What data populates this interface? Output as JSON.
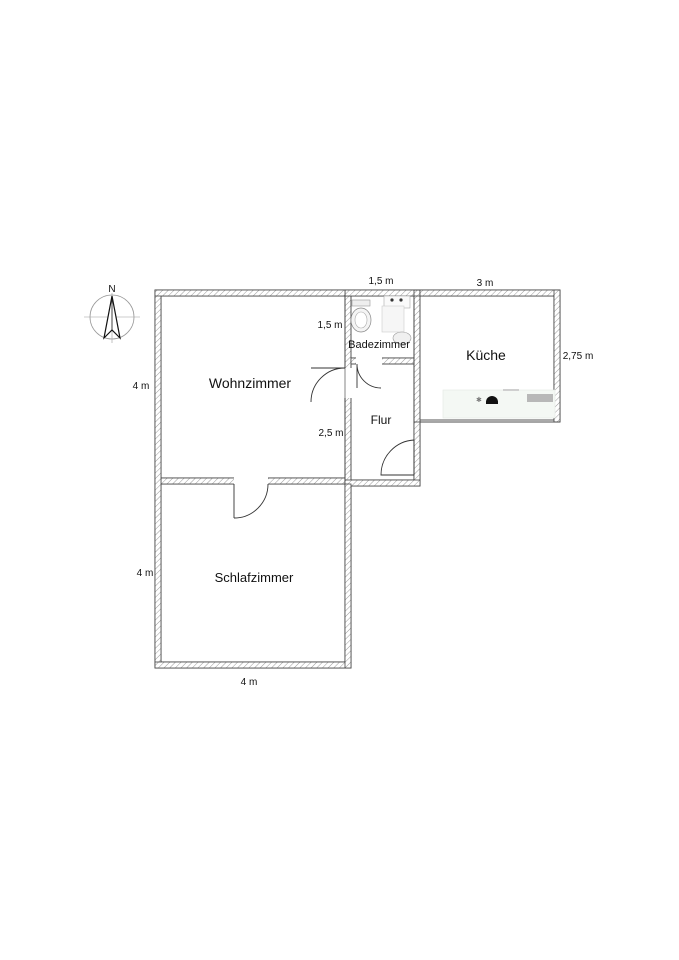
{
  "compass": {
    "label": "N",
    "icon": "north-arrow-icon"
  },
  "rooms": {
    "wohnzimmer": "Wohnzimmer",
    "schlafzimmer": "Schlafzimmer",
    "badezimmer": "Badezimmer",
    "flur": "Flur",
    "kueche": "Küche"
  },
  "dimensions": {
    "wohnzimmer_height": "4 m",
    "schlafzimmer_height": "4 m",
    "schlafzimmer_width": "4 m",
    "bad_width": "1,5 m",
    "bad_height": "1,5 m",
    "flur_height": "2,5 m",
    "kueche_width": "3 m",
    "kueche_height": "2,75 m"
  },
  "fixtures": [
    "toilet-icon",
    "sink-icon",
    "shower-icon",
    "stove-icon",
    "kitchen-counter"
  ]
}
